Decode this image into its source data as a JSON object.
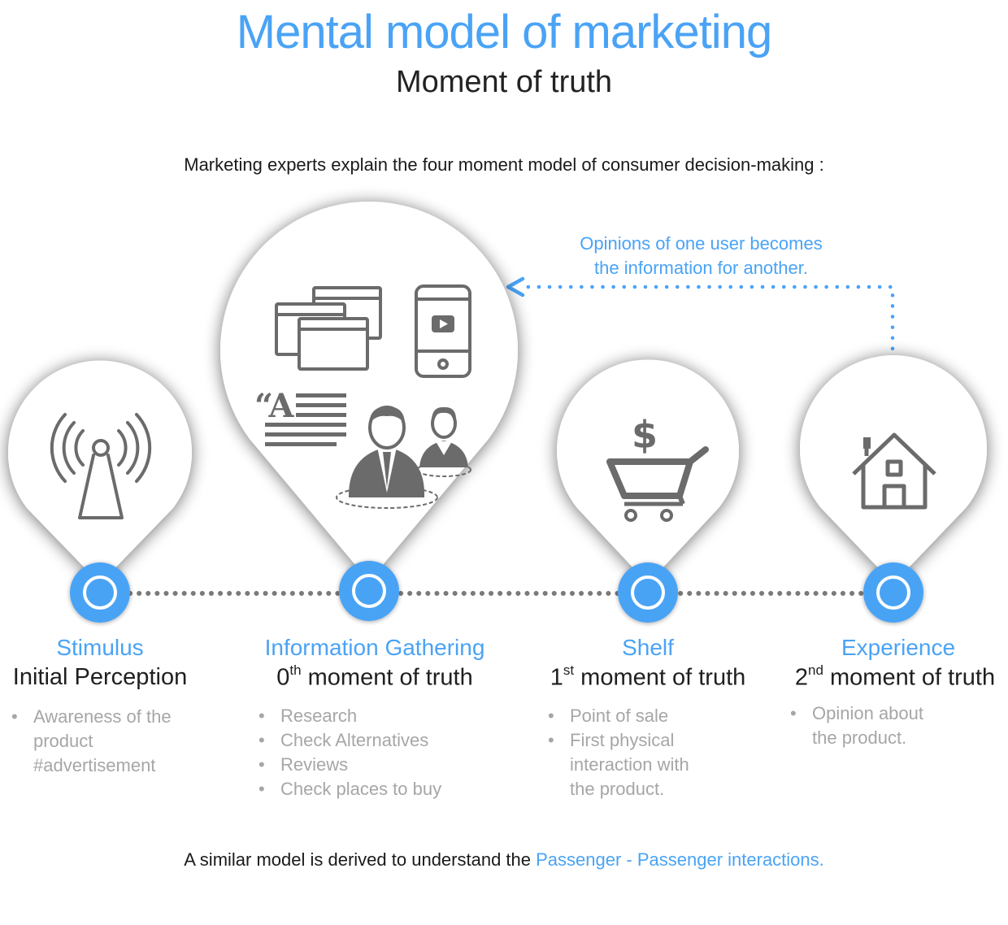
{
  "header": {
    "title": "Mental model of marketing",
    "subtitle": "Moment of truth",
    "intro": "Marketing experts explain the four moment model of consumer decision-making :"
  },
  "feedback_note": {
    "line1": "Opinions of one user becomes",
    "line2": "the information for another."
  },
  "stages": [
    {
      "title": "Stimulus",
      "subtitle": "Initial Perception",
      "bullets": [
        "Awareness of the",
        "product",
        "#advertisement"
      ],
      "icon": "broadcast-antenna-icon"
    },
    {
      "title": "Information Gathering",
      "moment_number": "0",
      "moment_suffix": "th",
      "moment_text": " moment of truth",
      "bullets": [
        "Research",
        "Check Alternatives",
        "Reviews",
        "Check places to buy"
      ],
      "icons": [
        "browser-windows-icon",
        "smartphone-video-icon",
        "article-quote-icon",
        "people-icon"
      ]
    },
    {
      "title": "Shelf",
      "moment_number": "1",
      "moment_suffix": "st",
      "moment_text": " moment of truth",
      "bullets": [
        "Point of sale",
        "First physical",
        "interaction with",
        "the product."
      ],
      "icon": "shopping-cart-dollar-icon"
    },
    {
      "title": "Experience",
      "moment_number": "2",
      "moment_suffix": "nd",
      "moment_text": " moment of truth",
      "bullets": [
        "Opinion about",
        "the product."
      ],
      "icon": "house-icon"
    }
  ],
  "bullet_symbol": "•",
  "footer": {
    "text": "A similar model is derived to understand the ",
    "highlight": "Passenger - Passenger interactions."
  },
  "colors": {
    "accent": "#4aa3f5",
    "icon_gray": "#6b6b6b",
    "bullet_gray": "#a6a6a6",
    "connector": "#7a7a7a"
  }
}
